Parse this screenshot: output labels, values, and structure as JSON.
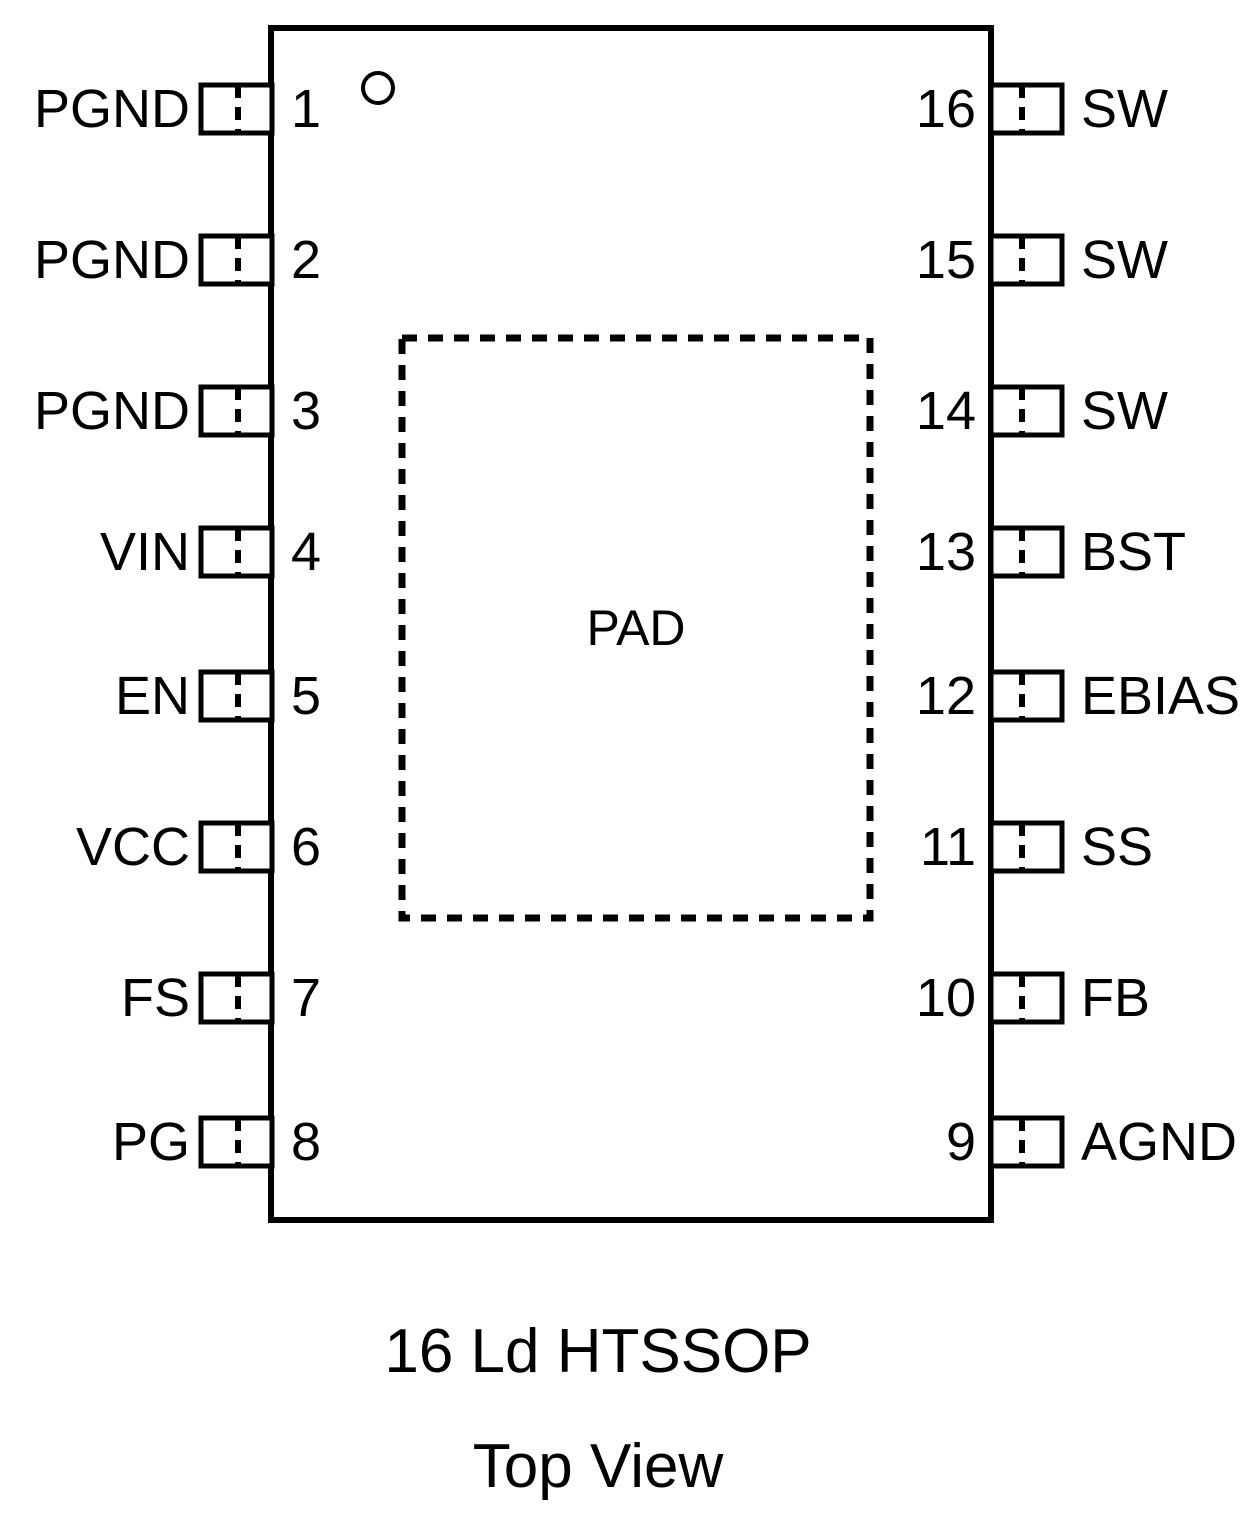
{
  "package": {
    "caption_line1": "16 Ld HTSSOP",
    "caption_line2": "Top View",
    "pad_label": "PAD",
    "pin1_marker": "pin1-dot-marker"
  },
  "pins": {
    "left": [
      {
        "number": "1",
        "label": "PGND"
      },
      {
        "number": "2",
        "label": "PGND"
      },
      {
        "number": "3",
        "label": "PGND"
      },
      {
        "number": "4",
        "label": "VIN"
      },
      {
        "number": "5",
        "label": "EN"
      },
      {
        "number": "6",
        "label": "VCC"
      },
      {
        "number": "7",
        "label": "FS"
      },
      {
        "number": "8",
        "label": "PG"
      }
    ],
    "right": [
      {
        "number": "16",
        "label": "SW"
      },
      {
        "number": "15",
        "label": "SW"
      },
      {
        "number": "14",
        "label": "SW"
      },
      {
        "number": "13",
        "label": "BST"
      },
      {
        "number": "12",
        "label": "EBIAS"
      },
      {
        "number": "11",
        "label": "SS"
      },
      {
        "number": "10",
        "label": "FB"
      },
      {
        "number": "9",
        "label": "AGND"
      }
    ]
  },
  "colors": {
    "line": "#000000",
    "background": "#ffffff",
    "text": "#000000"
  }
}
